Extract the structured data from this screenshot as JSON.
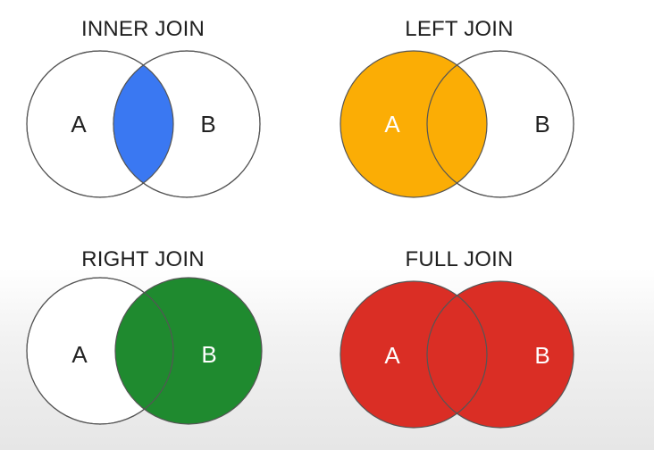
{
  "colors": {
    "inner": "#3a78f2",
    "left": "#fbad05",
    "right": "#1f8a2f",
    "full": "#da2e25",
    "outline": "#555555",
    "dark_text": "#222222",
    "light_text": "#ffffff"
  },
  "panels": [
    {
      "title": "INNER JOIN",
      "set_a": "A",
      "set_b": "B"
    },
    {
      "title": "LEFT JOIN",
      "set_a": "A",
      "set_b": "B"
    },
    {
      "title": "RIGHT JOIN",
      "set_a": "A",
      "set_b": "B"
    },
    {
      "title": "FULL JOIN",
      "set_a": "A",
      "set_b": "B"
    }
  ]
}
